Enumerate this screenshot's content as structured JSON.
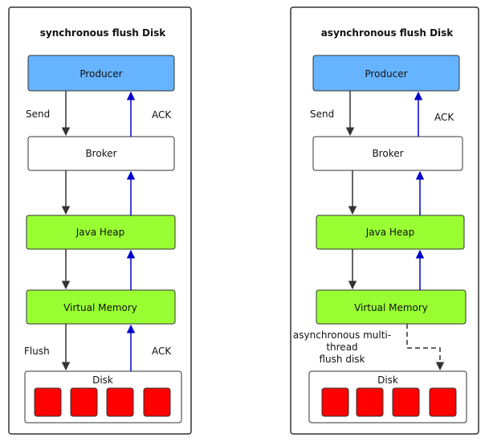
{
  "panels": [
    {
      "title": "synchronous flush Disk",
      "producer": "Producer",
      "broker": "Broker",
      "java_heap": "Java Heap",
      "virtual_memory": "Virtual Memory",
      "disk": "Disk",
      "send_label": "Send",
      "ack_top_label": "ACK",
      "flush_label": "Flush",
      "ack_bottom_label": "ACK"
    },
    {
      "title": "asynchronous flush Disk",
      "producer": "Producer",
      "broker": "Broker",
      "java_heap": "Java Heap",
      "virtual_memory": "Virtual Memory",
      "disk": "Disk",
      "send_label": "Send",
      "ack_top_label": "ACK",
      "async_label_lines": [
        "asynchronous multi-",
        "thread",
        "flush disk"
      ]
    }
  ],
  "colors": {
    "producer": "#66b3ff",
    "heap_memory": "#99ff33",
    "disk_block": "#ff0000",
    "down_arrow": "#333333",
    "ack_arrow": "#0000cc"
  }
}
